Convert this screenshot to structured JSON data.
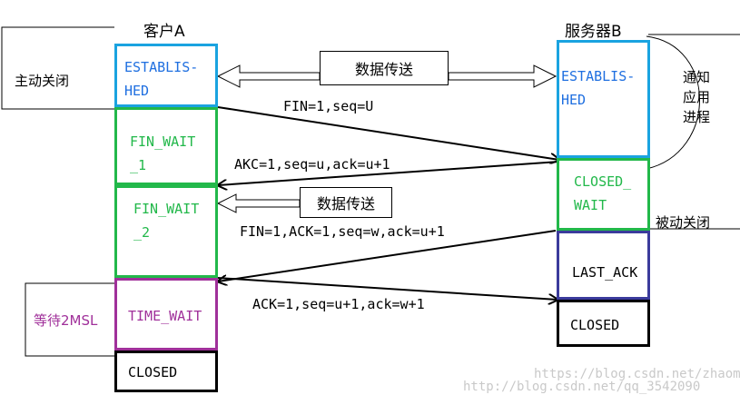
{
  "client": {
    "title": "客户A",
    "active_close": "主动关闭",
    "wait_2msl": "等待2MSL",
    "states": {
      "established": "ESTABLIS-\nHED",
      "fin_wait_1": "FIN_WAIT\n_1",
      "fin_wait_2": "FIN_WAIT\n_2",
      "time_wait": "TIME_WAIT",
      "closed": "CLOSED"
    }
  },
  "server": {
    "title": "服务器B",
    "notify_app": "通知\n应用\n进程",
    "passive_close": "被动关闭",
    "states": {
      "established": "ESTABLIS-\nHED",
      "close_wait": "CLOSED_\nWAIT",
      "last_ack": "LAST_ACK",
      "closed": "CLOSED"
    }
  },
  "data_transfer_top": "数据传送",
  "data_transfer_mid": "数据传送",
  "messages": {
    "fin1": "FIN=1,seq=U",
    "ack1": "AKC=1,seq=u,ack=u+1",
    "fin2": "FIN=1,ACK=1,seq=w,ack=u+1",
    "ack2": "ACK=1,seq=u+1,ack=w+1"
  },
  "watermark": {
    "line1": "https://blog.csdn.net/zhaomax",
    "line2": "http://blog.csdn.net/qq_3542090"
  },
  "colors": {
    "established_border": "#1aa3e0",
    "established_text": "#1f6fe0",
    "fin_wait_border": "#22b84a",
    "close_wait_border": "#22b84a",
    "time_wait_border": "#a0309a",
    "time_wait_text": "#a0309a",
    "last_ack_border": "#3b3b9c",
    "closed_border": "#000000"
  }
}
